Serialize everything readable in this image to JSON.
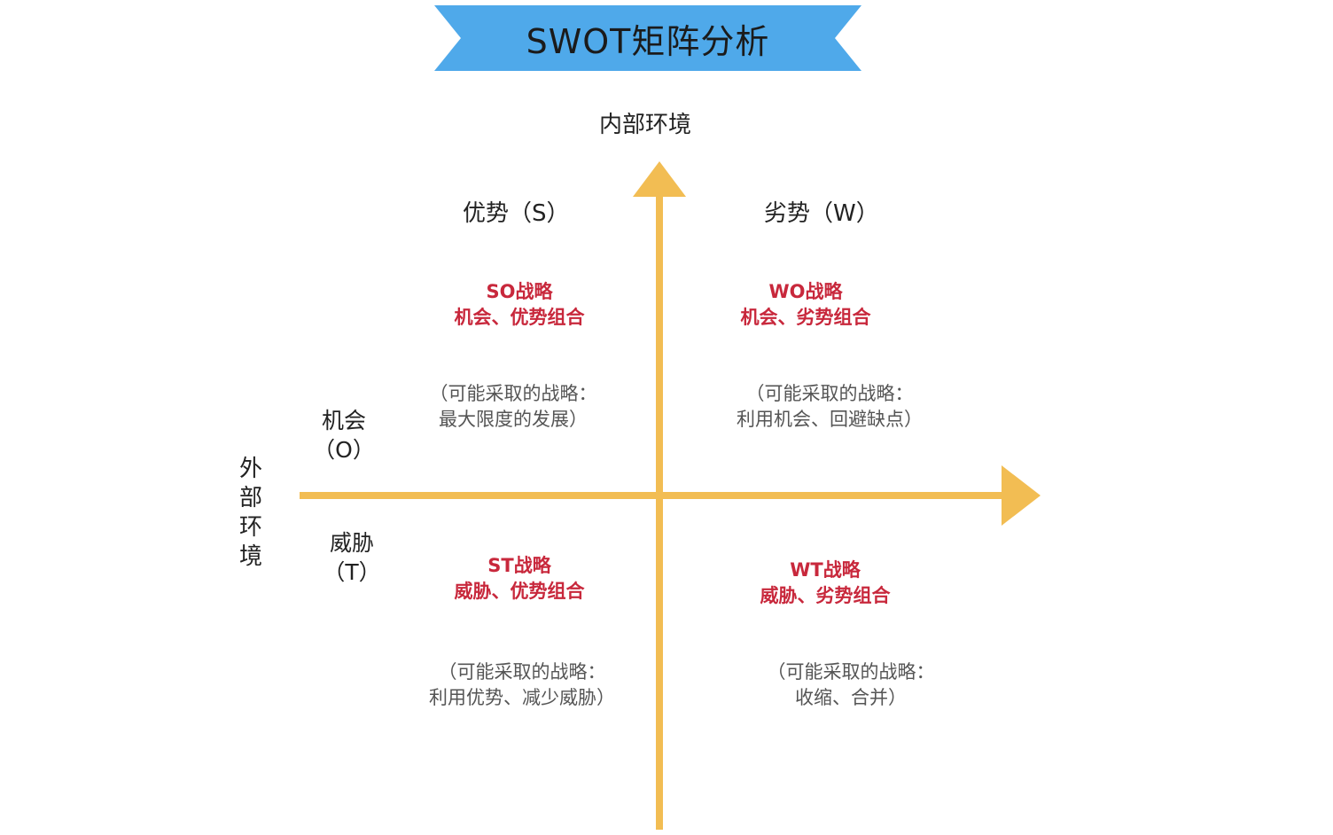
{
  "title": "SWOT矩阵分析",
  "colors": {
    "banner": "#4fa9ea",
    "axis": "#f2bd53",
    "strategy_text": "#c8283c",
    "note_text": "#555555"
  },
  "axes": {
    "vertical_label": "内部环境",
    "horizontal_label_chars": [
      "外",
      "部",
      "环",
      "境"
    ]
  },
  "columns": {
    "strengths": "优势（S）",
    "weaknesses": "劣势（W）"
  },
  "rows": {
    "opportunities": {
      "line1": "机会",
      "line2": "（O）"
    },
    "threats": {
      "line1": "威胁",
      "line2": "（T）"
    }
  },
  "quadrants": {
    "so": {
      "strategy": "SO战略",
      "combo": "机会、优势组合",
      "note_line1": "（可能采取的战略：",
      "note_line2": "最大限度的发展）"
    },
    "wo": {
      "strategy": "WO战略",
      "combo": "机会、劣势组合",
      "note_line1": "（可能采取的战略：",
      "note_line2": "利用机会、回避缺点）"
    },
    "st": {
      "strategy": "ST战略",
      "combo": "威胁、优势组合",
      "note_line1": "（可能采取的战略：",
      "note_line2": "利用优势、减少威胁）"
    },
    "wt": {
      "strategy": "WT战略",
      "combo": "威胁、劣势组合",
      "note_line1": "（可能采取的战略：",
      "note_line2": "收缩、合并）"
    }
  }
}
